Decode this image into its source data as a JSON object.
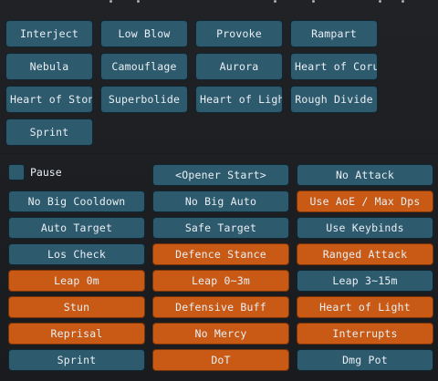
{
  "actions": [
    "Interject",
    "Low Blow",
    "Provoke",
    "Rampart",
    "Nebula",
    "Camouflage",
    "Aurora",
    "Heart of Coru",
    "Heart of Ston",
    "Superbolide",
    "Heart of Ligh",
    "Rough Divide",
    "Sprint"
  ],
  "pause": {
    "label": "Pause",
    "checked": false
  },
  "toggles": [
    {
      "label": "<Opener Start>",
      "color": "blue"
    },
    {
      "label": "No Attack",
      "color": "blue"
    },
    {
      "label": "No Big Cooldown",
      "color": "blue"
    },
    {
      "label": "No Big Auto",
      "color": "blue"
    },
    {
      "label": "Use AoE / Max Dps",
      "color": "orange"
    },
    {
      "label": "Auto Target",
      "color": "blue"
    },
    {
      "label": "Safe Target",
      "color": "blue"
    },
    {
      "label": "Use Keybinds",
      "color": "blue"
    },
    {
      "label": "Los Check",
      "color": "blue"
    },
    {
      "label": "Defence Stance",
      "color": "orange"
    },
    {
      "label": "Ranged Attack",
      "color": "orange"
    },
    {
      "label": "Leap 0m",
      "color": "orange"
    },
    {
      "label": "Leap 0~3m",
      "color": "orange"
    },
    {
      "label": "Leap 3~15m",
      "color": "blue"
    },
    {
      "label": "Stun",
      "color": "orange"
    },
    {
      "label": "Defensive Buff",
      "color": "orange"
    },
    {
      "label": "Heart of Light",
      "color": "orange"
    },
    {
      "label": "Reprisal",
      "color": "orange"
    },
    {
      "label": "No Mercy",
      "color": "orange"
    },
    {
      "label": "Interrupts",
      "color": "orange"
    },
    {
      "label": "Sprint",
      "color": "blue"
    },
    {
      "label": "DoT",
      "color": "orange"
    },
    {
      "label": "Dmg Pot",
      "color": "blue"
    }
  ]
}
